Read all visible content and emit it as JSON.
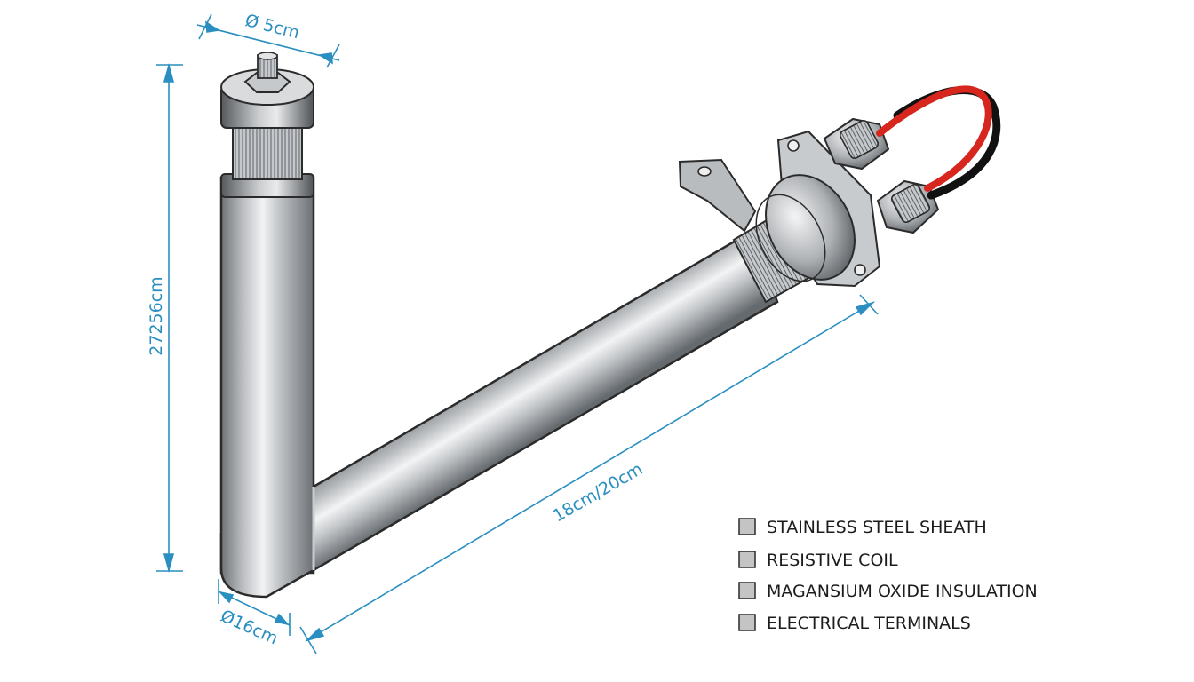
{
  "dimensions": {
    "top_diameter": "Ø 5cm",
    "height": "27256cm",
    "length": "18cm/20cm",
    "bottom_diameter": "Ø16cm"
  },
  "legend": [
    {
      "label": "STAINLESS STEEL SHEATH",
      "swatch": "#c4c4c4"
    },
    {
      "label": "RESISTIVE COIL",
      "swatch": "#c4c4c4"
    },
    {
      "label": "MAGANSIUM OXIDE INSULATION",
      "swatch": "#c4c4c4"
    },
    {
      "label": "ELECTRICAL TERMINALS",
      "swatch": "#c4c4c4"
    }
  ],
  "colors": {
    "dimension": "#2a8fc0",
    "wire_red": "#d7261e",
    "wire_black": "#111111",
    "metal": "#b0b3b6"
  }
}
